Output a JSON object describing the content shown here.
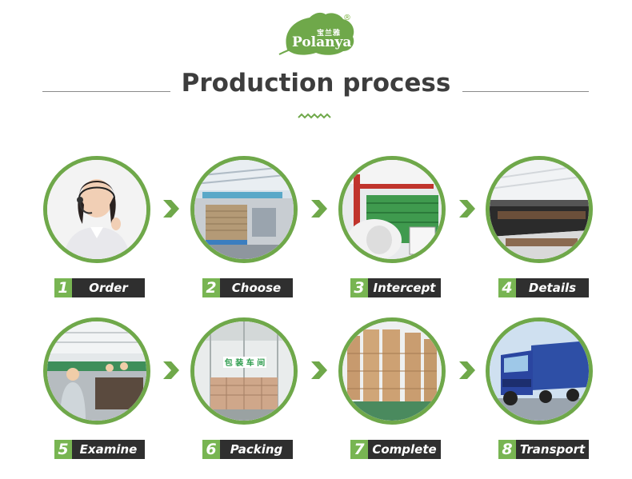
{
  "brand": {
    "name": "Polanya",
    "chinese": "宝兰雅",
    "registered_mark": "®",
    "color": "#6fa84a"
  },
  "header": {
    "title": "Production process"
  },
  "steps": [
    {
      "number": "1",
      "label": "Order",
      "image": "customer-service-icon"
    },
    {
      "number": "2",
      "label": "Choose",
      "image": "warehouse-materials-icon"
    },
    {
      "number": "3",
      "label": "Intercept",
      "image": "cutting-machine-icon"
    },
    {
      "number": "4",
      "label": "Details",
      "image": "printing-machine-icon"
    },
    {
      "number": "5",
      "label": "Examine",
      "image": "inspection-workshop-icon"
    },
    {
      "number": "6",
      "label": "Packing",
      "image": "packing-workshop-icon"
    },
    {
      "number": "7",
      "label": "Complete",
      "image": "finished-goods-icon"
    },
    {
      "number": "8",
      "label": "Transport",
      "image": "truck-icon"
    }
  ],
  "colors": {
    "accent": "#6fa84a",
    "label_dark": "#2f2f2f",
    "number_bg": "#78b552",
    "title": "#3d3d3d"
  }
}
